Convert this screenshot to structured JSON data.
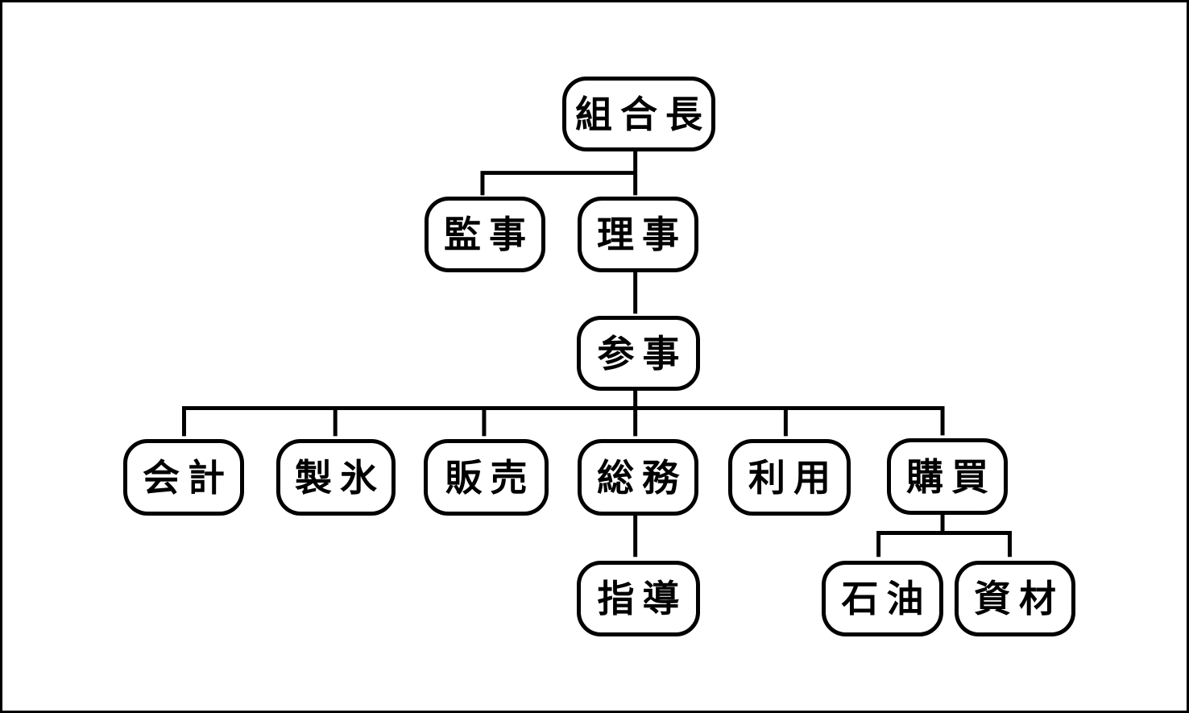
{
  "diagram": {
    "colors": {
      "background": "#ffffff",
      "line": "#000000",
      "node_fill": "#ffffff",
      "node_border": "#000000",
      "text": "#000000"
    },
    "root": {
      "label": "組合長",
      "children": [
        {
          "label": "監事",
          "children": []
        },
        {
          "label": "理事",
          "children": [
            {
              "label": "参事",
              "children": [
                {
                  "label": "会計",
                  "children": []
                },
                {
                  "label": "製氷",
                  "children": []
                },
                {
                  "label": "販売",
                  "children": []
                },
                {
                  "label": "総務",
                  "children": [
                    {
                      "label": "指導",
                      "children": []
                    }
                  ]
                },
                {
                  "label": "利用",
                  "children": []
                },
                {
                  "label": "購買",
                  "children": [
                    {
                      "label": "石油",
                      "children": []
                    },
                    {
                      "label": "資材",
                      "children": []
                    }
                  ]
                }
              ]
            }
          ]
        }
      ]
    }
  }
}
